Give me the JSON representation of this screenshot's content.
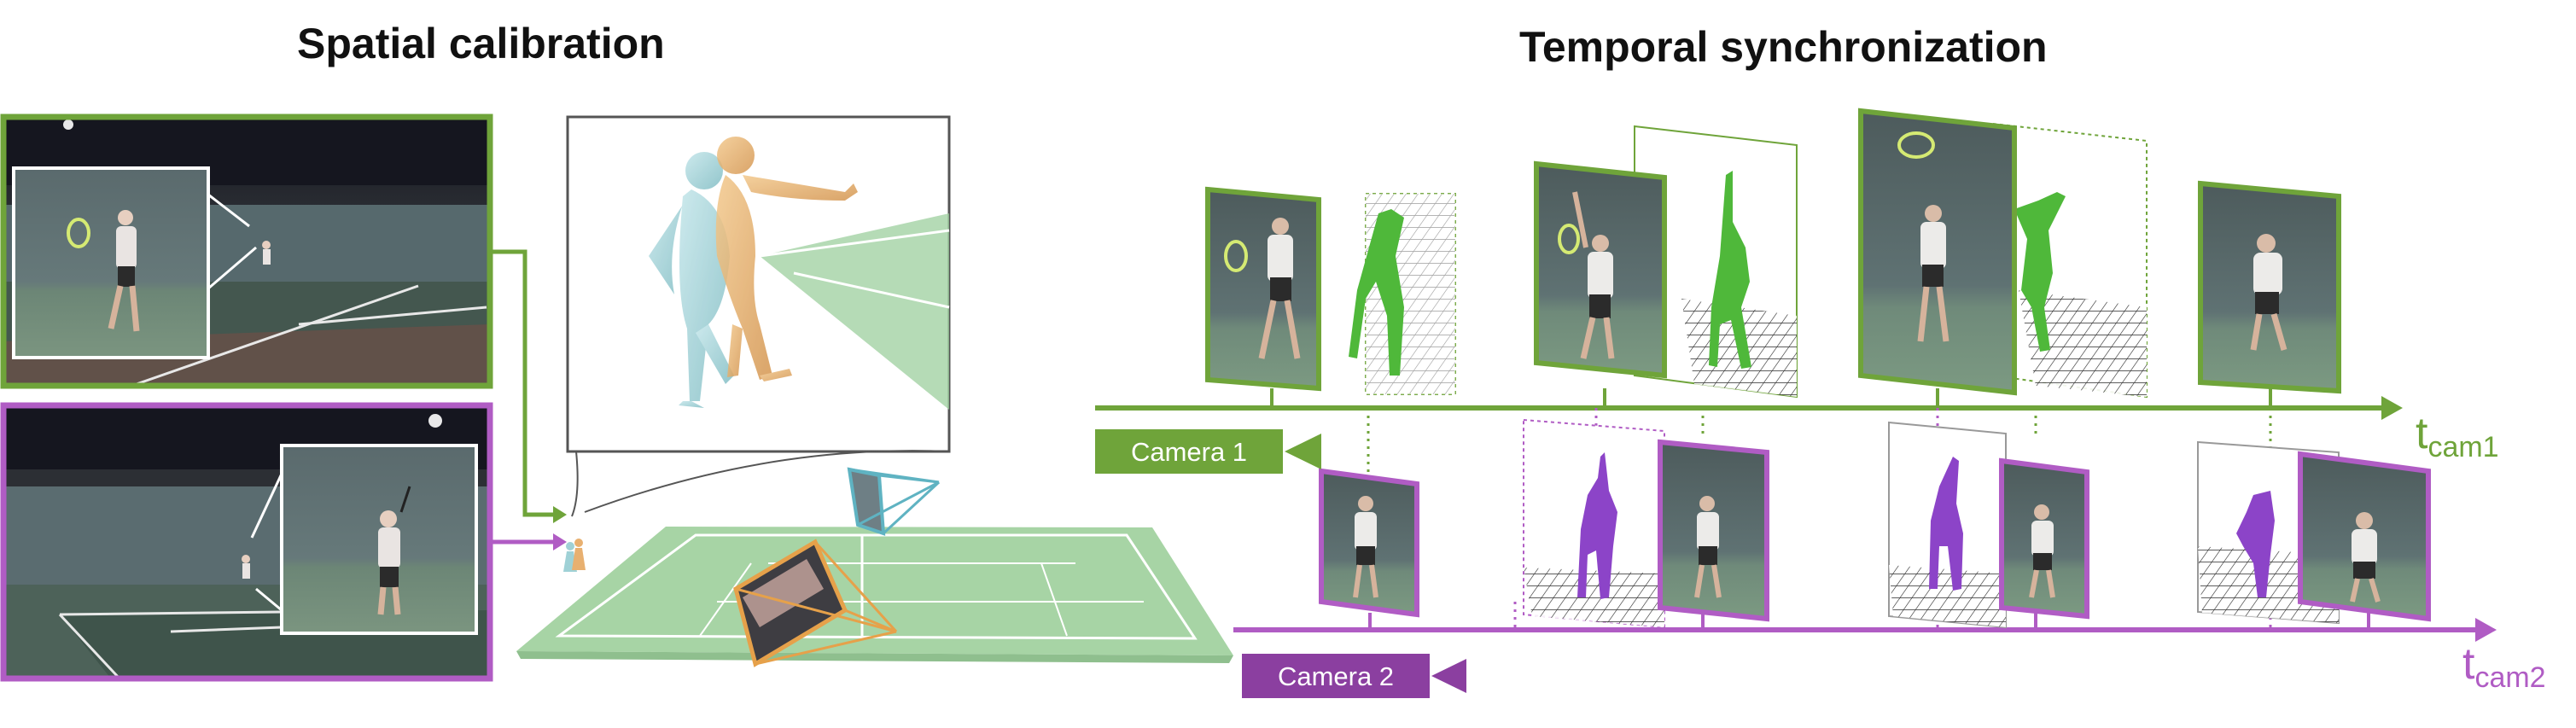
{
  "titles": {
    "spatial": "Spatial calibration",
    "temporal": "Temporal synchronization"
  },
  "cameras": [
    {
      "label": "Camera 1",
      "axis_main": "t",
      "axis_sub": "cam1",
      "color": "#6fa43a"
    },
    {
      "label": "Camera 2",
      "axis_main": "t",
      "axis_sub": "cam2",
      "color": "#b05cc4"
    }
  ],
  "colors": {
    "green": "#6fa43a",
    "purple": "#b05cc4",
    "camera2_fill": "#8b3fa0",
    "court_green": "#9ccf9e",
    "court_floor": "#cfe6cf",
    "mesh_green": "#4fb83a",
    "mesh_purple": "#8c44c8",
    "body_cyan": "#9fd1d6",
    "body_orange": "#e8b070",
    "night_sky": "#1a1b26",
    "fence": "#55696f",
    "court_surface": "#4a5d55",
    "clay": "#8a4f4a"
  }
}
